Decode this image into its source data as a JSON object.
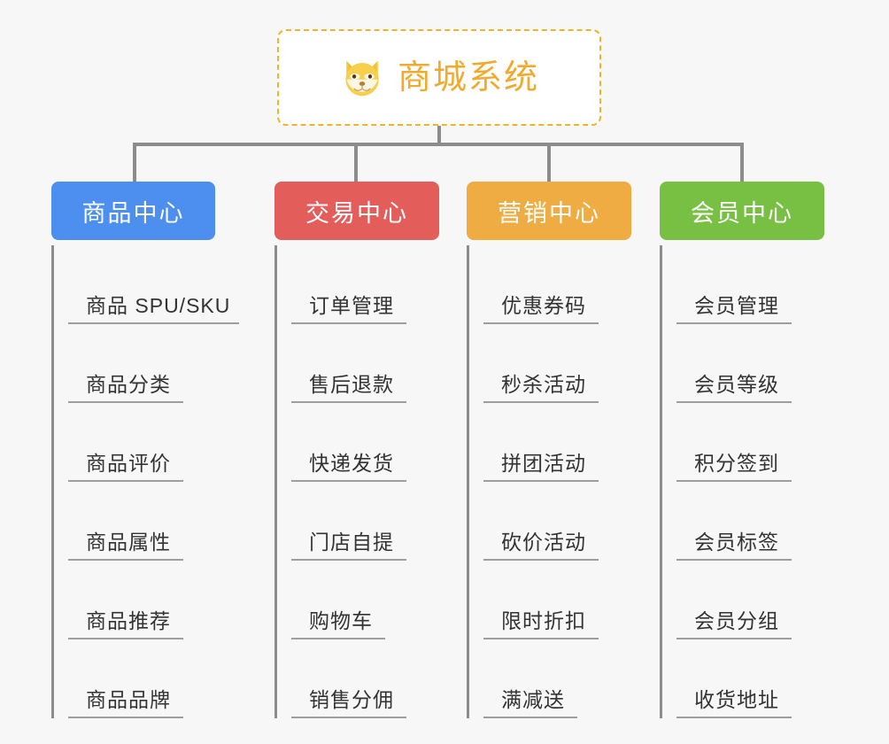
{
  "root": {
    "title": "商城系统",
    "icon": "shiba-dog-face-icon",
    "border_color": "#f0b429",
    "text_color": "#efaa2f",
    "background": "#ffffff"
  },
  "canvas": {
    "background": "#f7f7f7",
    "connector_color": "#8c8c8c",
    "leaf_text_color": "#333333",
    "leaf_underline_color": "#9e9e9e"
  },
  "categories": [
    {
      "label": "商品中心",
      "color": "#4d8fee",
      "items": [
        "商品 SPU/SKU",
        "商品分类",
        "商品评价",
        "商品属性",
        "商品推荐",
        "商品品牌"
      ]
    },
    {
      "label": "交易中心",
      "color": "#e35d5b",
      "items": [
        "订单管理",
        "售后退款",
        "快递发货",
        "门店自提",
        "购物车",
        "销售分佣"
      ]
    },
    {
      "label": "营销中心",
      "color": "#eeac43",
      "items": [
        "优惠券码",
        "秒杀活动",
        "拼团活动",
        "砍价活动",
        "限时折扣",
        "满减送"
      ]
    },
    {
      "label": "会员中心",
      "color": "#77c043",
      "items": [
        "会员管理",
        "会员等级",
        "积分签到",
        "会员标签",
        "会员分组",
        "收货地址"
      ]
    }
  ]
}
